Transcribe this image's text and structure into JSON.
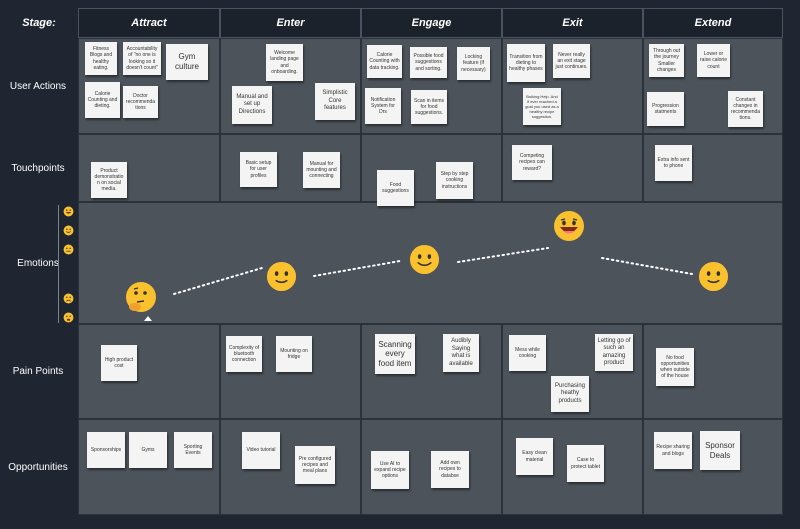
{
  "stage_label": "Stage:",
  "stages": [
    "Attract",
    "Enter",
    "Engage",
    "Exit",
    "Extend"
  ],
  "rows": [
    "User Actions",
    "Touchpoints",
    "Emotions",
    "Pain Points",
    "Opportunities"
  ],
  "notes": {
    "ua_fitness": "Fitness Blogs and healthy eating.",
    "ua_accountability": "Accountability of \"no one is looking so it doesn't count\"",
    "ua_gym": "Gym culture",
    "ua_calorie": "Calorie Counting and dieting.",
    "ua_doctor": "Doctor recommenda tions",
    "ua_welcome": "Welcome landing page and onboarding.",
    "ua_manual": "Manual and set up Directions",
    "ua_simplistic": "Simplistic Core features",
    "ua_cal_tracking": "Calorie Counting with data tracking.",
    "ua_possible": "Possible food suggestions and sorting.",
    "ua_locking": "Locking feature (if necessary)",
    "ua_notification": "Notification System for Drs",
    "ua_scan": "Scan in items for food suggestions.",
    "ua_transition": "Transition from dieting to healthy phases",
    "ua_never": "Never really an exit stage just continues.",
    "ua_bulking": "Bulking Help. And if ever reached a goal you used as a healthy recipe suggestion.",
    "ua_throughout": "Through out the journey Smaller changes",
    "ua_lower": "Lower or raise calorie count",
    "ua_progression": "Progression statments",
    "ua_constant": "Constant changes in recommenda tions.",
    "tp_product": "Product demonstratio n on social media.",
    "tp_basic": "Basic setup for user profiles",
    "tp_manual_mount": "Manual for mounting and connecting",
    "tp_food": "Food suggestions",
    "tp_step": "Step by step cooking instructions",
    "tp_competing": "Competing recipes can reward?",
    "tp_extra": "Extra info sent to phone",
    "pp_high": "High product cost",
    "pp_complexity": "Complexity of bluetooth connection",
    "pp_mounting": "Mounting on fridge",
    "pp_scanning": "Scanning every food item",
    "pp_audibly": "Audibly Saying what is available",
    "pp_mess": "Mess while cooking",
    "pp_letting": "Letting go of such an amazing product",
    "pp_purchasing": "Purchasing heathy products",
    "pp_nofood": "No food opportunities when outside of the house",
    "op_sponsorships": "Sponsorships",
    "op_gyms": "Gyms",
    "op_sporting": "Sporting Events",
    "op_video": "Video tutorial",
    "op_pre": "Pre configured recipes and meal plans",
    "op_ai": "Use AI to expand recipe options",
    "op_add": "Add own recipes to databse",
    "op_easy": "Easy clean material",
    "op_case": "Case to protect tablet",
    "op_recipe": "Recipe sharing and blogs",
    "op_sponsor": "Sponsor Deals"
  },
  "emotion_emojis": [
    "thinking-face",
    "slightly-smiling-face",
    "smiling-face",
    "grinning-face",
    "slightly-smiling-face"
  ],
  "colors": {
    "background": "#1f2631",
    "cell": "#4c535b",
    "note": "#f4f4f4",
    "emoji": "#f9c12e"
  }
}
